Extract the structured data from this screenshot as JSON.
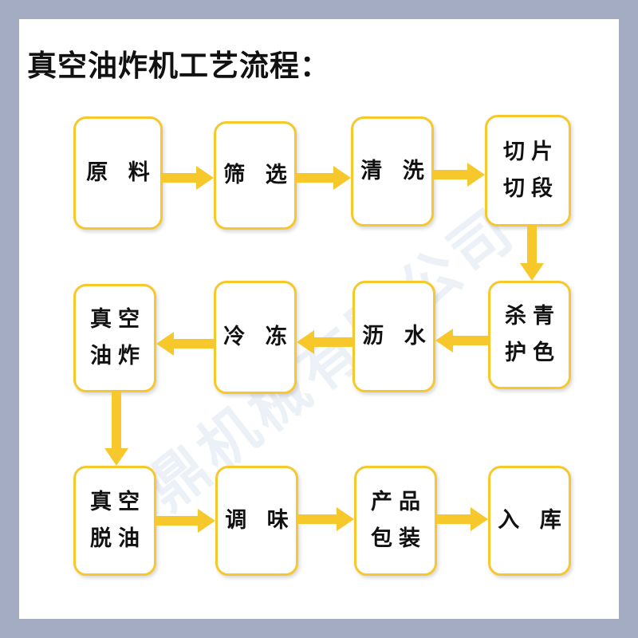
{
  "title": "真空油炸机工艺流程：",
  "watermark": "鑫鼎机械有限公司",
  "colors": {
    "frame": "#a4acc4",
    "background": "#ffffff",
    "box_border": "#f6c82c",
    "arrow": "#f6c82c",
    "text": "#111111"
  },
  "steps": [
    {
      "id": "s1",
      "label": "原 料"
    },
    {
      "id": "s2",
      "label": "筛 选"
    },
    {
      "id": "s3",
      "label": "清 洗"
    },
    {
      "id": "s4",
      "label": "切片\n切段"
    },
    {
      "id": "s5",
      "label": "杀青\n护色"
    },
    {
      "id": "s6",
      "label": "沥 水"
    },
    {
      "id": "s7",
      "label": "冷 冻"
    },
    {
      "id": "s8",
      "label": "真空\n油炸"
    },
    {
      "id": "s9",
      "label": "真空\n脱油"
    },
    {
      "id": "s10",
      "label": "调 味"
    },
    {
      "id": "s11",
      "label": "产品\n包装"
    },
    {
      "id": "s12",
      "label": "入 库"
    }
  ],
  "flow": [
    [
      "s1",
      "s2"
    ],
    [
      "s2",
      "s3"
    ],
    [
      "s3",
      "s4"
    ],
    [
      "s4",
      "s5"
    ],
    [
      "s5",
      "s6"
    ],
    [
      "s6",
      "s7"
    ],
    [
      "s7",
      "s8"
    ],
    [
      "s8",
      "s9"
    ],
    [
      "s9",
      "s10"
    ],
    [
      "s10",
      "s11"
    ],
    [
      "s11",
      "s12"
    ]
  ]
}
